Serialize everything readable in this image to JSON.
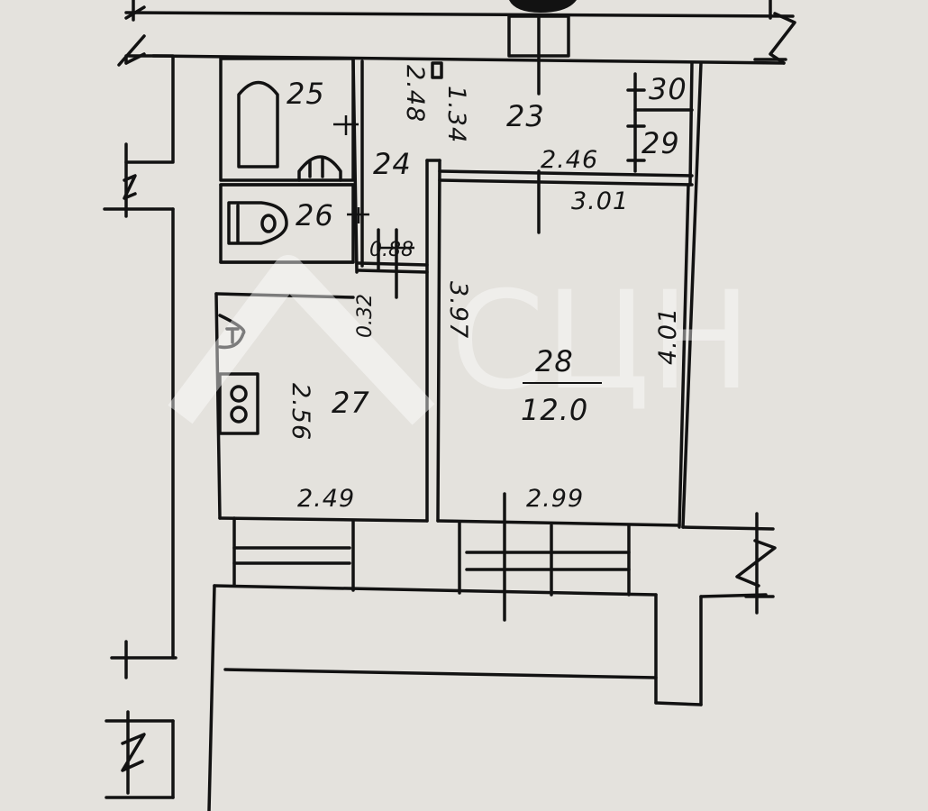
{
  "watermark": {
    "text": "СЦН"
  },
  "rooms": {
    "r23": {
      "number": "23"
    },
    "r24": {
      "number": "24"
    },
    "r25": {
      "number": "25"
    },
    "r26": {
      "number": "26"
    },
    "r27": {
      "number": "27"
    },
    "r28": {
      "number": "28",
      "area": "12.0"
    },
    "r29": {
      "number": "29"
    },
    "r30": {
      "number": "30"
    }
  },
  "dimensions": {
    "d248": "2.48",
    "d134": "1.34",
    "d246": "2.46",
    "d301": "3.01",
    "d088": "0.88",
    "d032": "0.32",
    "d397": "3.97",
    "d401": "4.01",
    "d256": "2.56",
    "d249": "2.49",
    "d299": "2.99"
  }
}
